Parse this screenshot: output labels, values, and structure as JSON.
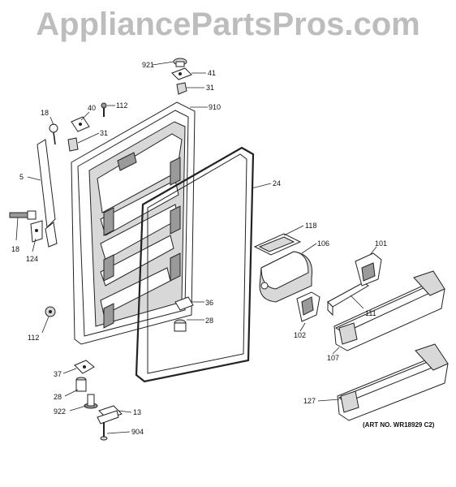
{
  "watermark": "AppliancePartsPros.com",
  "art_number": "(ART NO. WR18929 C2)",
  "labels": {
    "l921": "921",
    "l41": "41",
    "l31a": "31",
    "l40": "40",
    "l112a": "112",
    "l910": "910",
    "l18a": "18",
    "l31b": "31",
    "l5": "5",
    "l24": "24",
    "l18b": "18",
    "l124": "124",
    "l118": "118",
    "l106": "106",
    "l101": "101",
    "l36": "36",
    "l28a": "28",
    "l112b": "112",
    "l111": "111",
    "l102": "102",
    "l107": "107",
    "l37": "37",
    "l28b": "28",
    "l922": "922",
    "l13": "13",
    "l904": "904",
    "l127": "127"
  }
}
